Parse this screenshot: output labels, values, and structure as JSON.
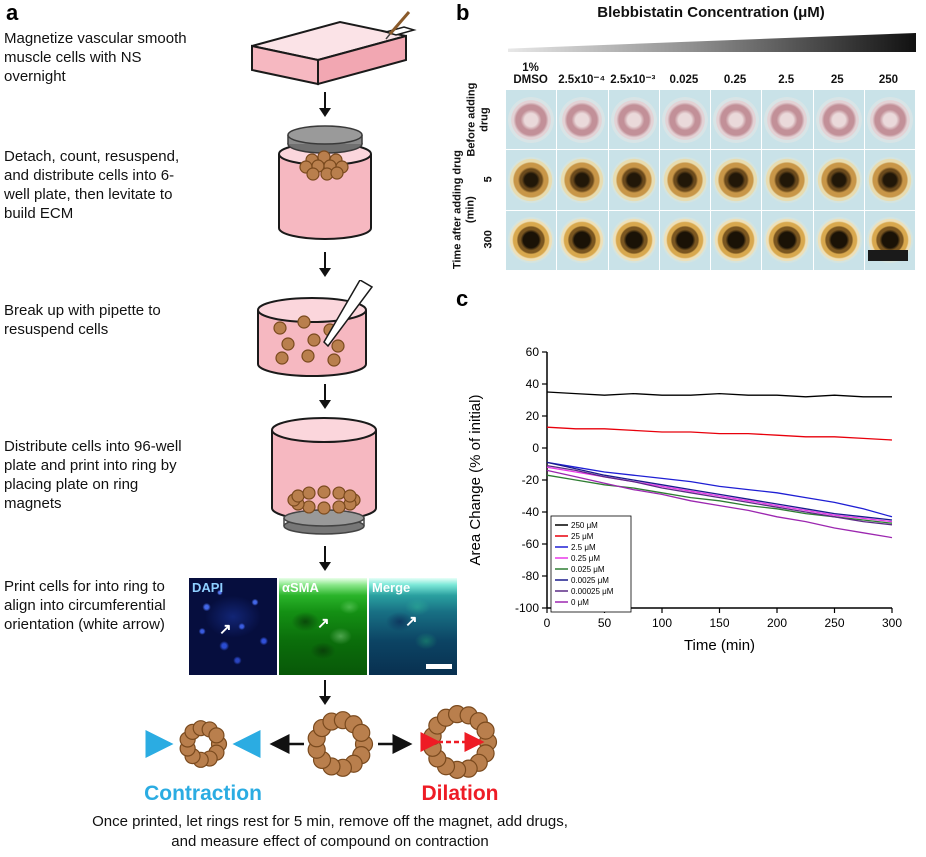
{
  "panel_a": {
    "label": "a",
    "steps": [
      {
        "text": "Magnetize vascular smooth muscle cells with NS overnight"
      },
      {
        "text": "Detach, count, resuspend, and distribute cells into 6-well plate, then levitate to build ECM"
      },
      {
        "text": "Break up with pipette to resuspend cells"
      },
      {
        "text": "Distribute cells into 96-well plate and print into ring by placing plate on ring magnets"
      },
      {
        "text": "Print cells for into ring to align into circumferential orientation (white arrow)"
      }
    ],
    "micrographs": [
      {
        "label": "DAPI"
      },
      {
        "label": "αSMA"
      },
      {
        "label": "Merge"
      }
    ],
    "contraction_label": "Contraction",
    "contraction_color": "#2bace2",
    "dilation_label": "Dilation",
    "dilation_color": "#ee1c25",
    "caption": "Once printed, let rings rest for 5 min, remove off the magnet, add drugs, and measure effect of compound on contraction"
  },
  "panel_b": {
    "label": "b",
    "title": "Blebbistatin Concentration (μM)",
    "col_headers": [
      "1% DMSO",
      "2.5x10⁻⁴",
      "2.5x10⁻³",
      "0.025",
      "0.25",
      "2.5",
      "25",
      "250"
    ],
    "row_label_before": "Before adding drug",
    "row_label_time": "Time after adding drug (min)",
    "row_times": [
      "5",
      "300"
    ]
  },
  "panel_c": {
    "label": "c"
  },
  "chart_data": {
    "type": "line",
    "title": "",
    "xlabel": "Time (min)",
    "ylabel": "Area Change (% of initial)",
    "xlim": [
      0,
      300
    ],
    "ylim": [
      -100,
      60
    ],
    "xticks": [
      0,
      50,
      100,
      150,
      200,
      250,
      300
    ],
    "yticks": [
      60,
      40,
      20,
      0,
      -20,
      -40,
      -60,
      -80,
      -100
    ],
    "grid": false,
    "legend_position": "bottom-left",
    "x": [
      0,
      25,
      50,
      75,
      100,
      125,
      150,
      175,
      200,
      225,
      250,
      275,
      300
    ],
    "series": [
      {
        "name": "250 μM",
        "color": "#000000",
        "values": [
          35,
          34,
          33,
          34,
          33,
          33,
          34,
          33,
          33,
          32,
          33,
          32,
          32
        ]
      },
      {
        "name": "25 μM",
        "color": "#e8000b",
        "values": [
          13,
          12,
          12,
          11,
          10,
          10,
          9,
          9,
          8,
          7,
          7,
          6,
          5
        ]
      },
      {
        "name": "2.5 μM",
        "color": "#1f1fd4",
        "values": [
          -9,
          -12,
          -15,
          -17,
          -19,
          -21,
          -24,
          -26,
          -28,
          -31,
          -34,
          -38,
          -43
        ]
      },
      {
        "name": "0.25 μM",
        "color": "#e838e8",
        "values": [
          -12,
          -15,
          -18,
          -21,
          -24,
          -27,
          -30,
          -33,
          -36,
          -39,
          -42,
          -44,
          -46
        ]
      },
      {
        "name": "0.025 μM",
        "color": "#2e7d32",
        "values": [
          -17,
          -20,
          -23,
          -25,
          -28,
          -31,
          -33,
          -36,
          -38,
          -41,
          -43,
          -45,
          -47
        ]
      },
      {
        "name": "0.0025 μM",
        "color": "#1a1a8c",
        "values": [
          -9,
          -13,
          -17,
          -20,
          -23,
          -26,
          -29,
          -32,
          -35,
          -38,
          -41,
          -43,
          -45
        ]
      },
      {
        "name": "0.00025 μM",
        "color": "#5b2a86",
        "values": [
          -11,
          -14,
          -18,
          -21,
          -25,
          -28,
          -31,
          -34,
          -37,
          -40,
          -43,
          -46,
          -48
        ]
      },
      {
        "name": "0 μM",
        "color": "#9c27b0",
        "values": [
          -14,
          -18,
          -22,
          -26,
          -29,
          -33,
          -36,
          -39,
          -43,
          -46,
          -50,
          -53,
          -56
        ]
      }
    ]
  }
}
